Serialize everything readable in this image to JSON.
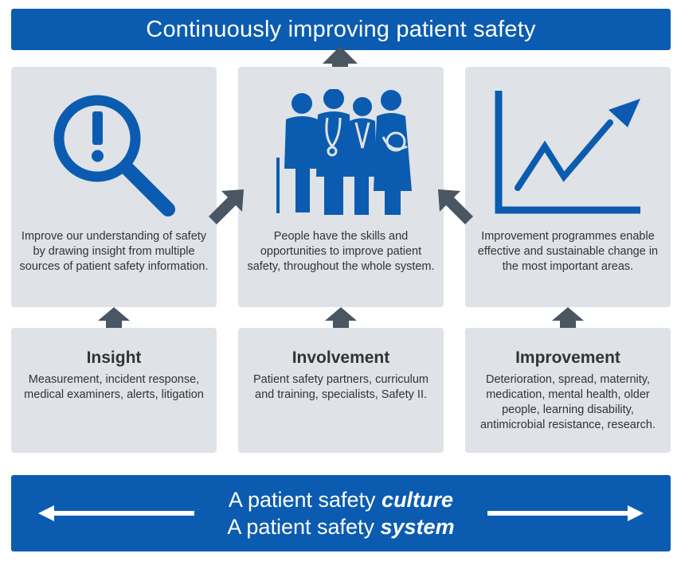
{
  "header": {
    "title": "Continuously improving patient safety"
  },
  "colors": {
    "brand_blue": "#0b5cb0",
    "panel_grey": "#dfe2e7",
    "arrow_grey": "#4a5662",
    "text_dark": "#333333"
  },
  "panels": [
    {
      "icon": "magnifier-exclamation-icon",
      "description": "Improve our understanding of safety by drawing insight from multiple sources of patient safety information."
    },
    {
      "icon": "people-group-icon",
      "description": "People have the skills and opportunities to improve patient safety, throughout the whole system."
    },
    {
      "icon": "rising-line-chart-icon",
      "description": "Improvement programmes enable effective and sustainable change in the most important areas."
    }
  ],
  "pillars": [
    {
      "title": "Insight",
      "detail": "Measurement, incident response, medical examiners, alerts, litigation"
    },
    {
      "title": "Involvement",
      "detail": "Patient safety partners, curriculum and training, specialists, Safety II."
    },
    {
      "title": "Improvement",
      "detail": "Deterioration, spread, maternity, medication, mental health, older people, learning disability, antimicrobial resistance, research."
    }
  ],
  "footer": {
    "line1_prefix": "A patient safety ",
    "line1_emphasis": "culture",
    "line2_prefix": "A patient safety ",
    "line2_emphasis": "system"
  }
}
